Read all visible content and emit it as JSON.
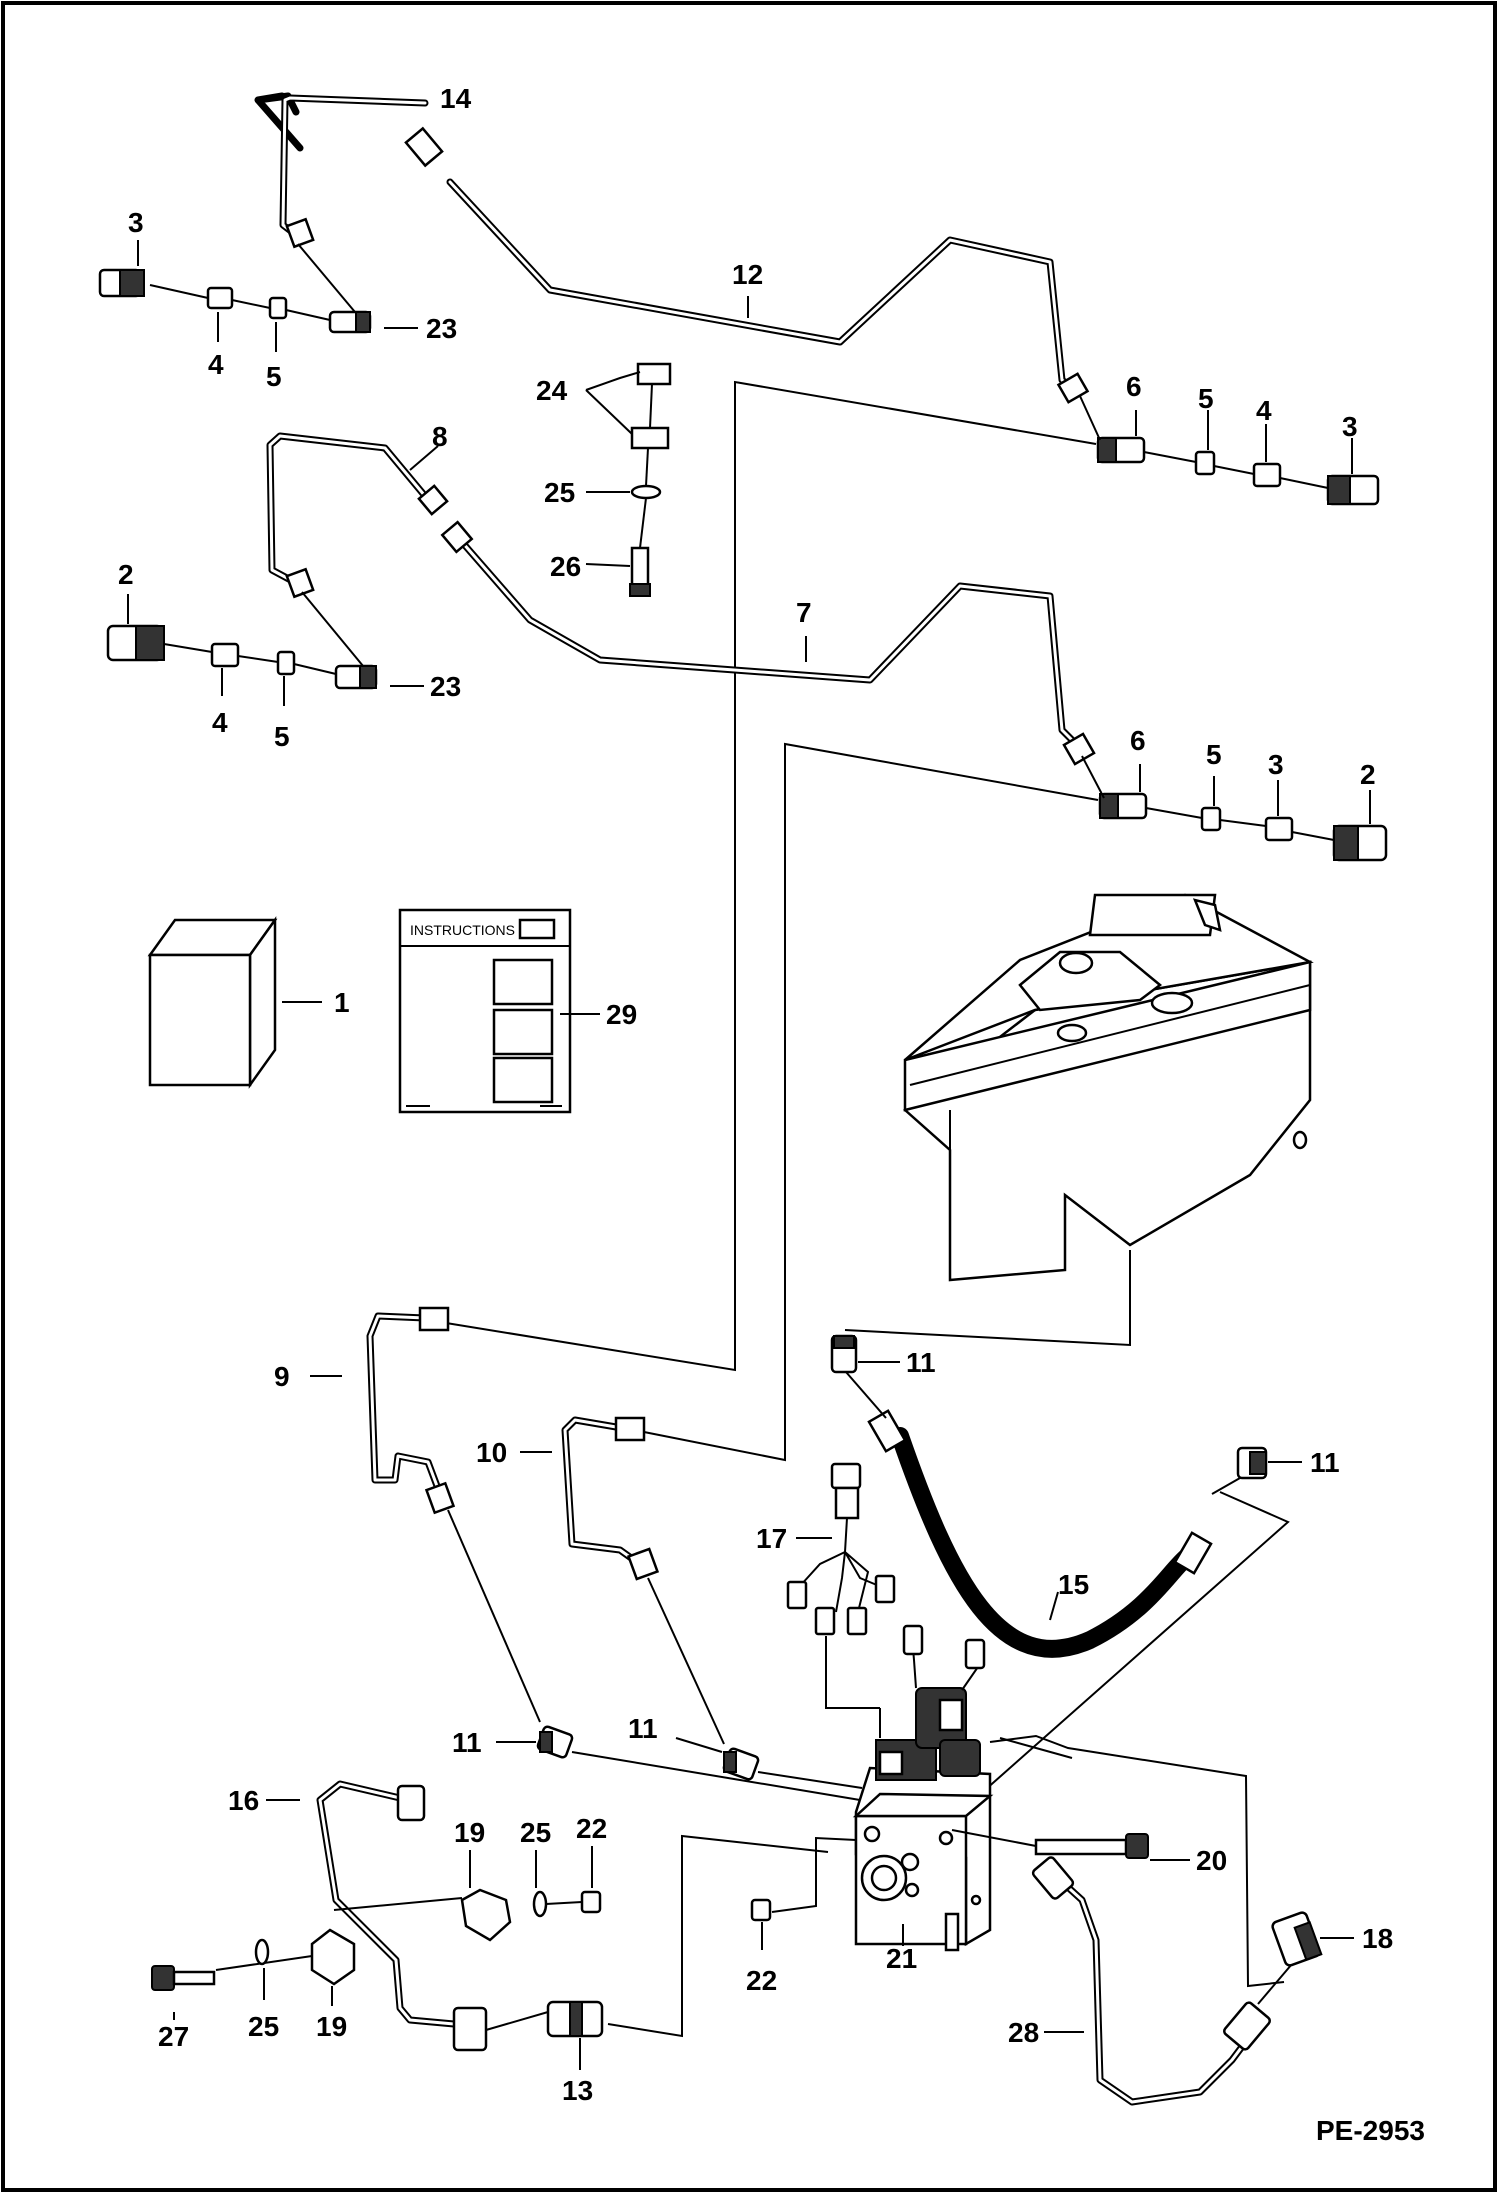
{
  "diagram": {
    "reference": "PE-2953",
    "manual_label": "INSTRUCTIONS",
    "callouts": [
      {
        "id": "c14",
        "text": "14"
      },
      {
        "id": "c3a",
        "text": "3"
      },
      {
        "id": "c12",
        "text": "12"
      },
      {
        "id": "c4a",
        "text": "4"
      },
      {
        "id": "c5a",
        "text": "5"
      },
      {
        "id": "c23a",
        "text": "23"
      },
      {
        "id": "c24",
        "text": "24"
      },
      {
        "id": "c6a",
        "text": "6"
      },
      {
        "id": "c5b",
        "text": "5"
      },
      {
        "id": "c4b",
        "text": "4"
      },
      {
        "id": "c3b",
        "text": "3"
      },
      {
        "id": "c8",
        "text": "8"
      },
      {
        "id": "c25a",
        "text": "25"
      },
      {
        "id": "c2a",
        "text": "2"
      },
      {
        "id": "c26",
        "text": "26"
      },
      {
        "id": "c7",
        "text": "7"
      },
      {
        "id": "c23b",
        "text": "23"
      },
      {
        "id": "c4c",
        "text": "4"
      },
      {
        "id": "c5c",
        "text": "5"
      },
      {
        "id": "c6b",
        "text": "6"
      },
      {
        "id": "c5d",
        "text": "5"
      },
      {
        "id": "c3c",
        "text": "3"
      },
      {
        "id": "c2b",
        "text": "2"
      },
      {
        "id": "c1",
        "text": "1"
      },
      {
        "id": "c29",
        "text": "29"
      },
      {
        "id": "c9",
        "text": "9"
      },
      {
        "id": "c11a",
        "text": "11"
      },
      {
        "id": "c10",
        "text": "10"
      },
      {
        "id": "c11b",
        "text": "11"
      },
      {
        "id": "c17",
        "text": "17"
      },
      {
        "id": "c15",
        "text": "15"
      },
      {
        "id": "c11c",
        "text": "11"
      },
      {
        "id": "c11d",
        "text": "11"
      },
      {
        "id": "c16",
        "text": "16"
      },
      {
        "id": "c19a",
        "text": "19"
      },
      {
        "id": "c25b",
        "text": "25"
      },
      {
        "id": "c22a",
        "text": "22"
      },
      {
        "id": "c20",
        "text": "20"
      },
      {
        "id": "c18",
        "text": "18"
      },
      {
        "id": "c27",
        "text": "27"
      },
      {
        "id": "c25c",
        "text": "25"
      },
      {
        "id": "c19b",
        "text": "19"
      },
      {
        "id": "c22b",
        "text": "22"
      },
      {
        "id": "c21",
        "text": "21"
      },
      {
        "id": "c13",
        "text": "13"
      },
      {
        "id": "c28",
        "text": "28"
      }
    ]
  }
}
